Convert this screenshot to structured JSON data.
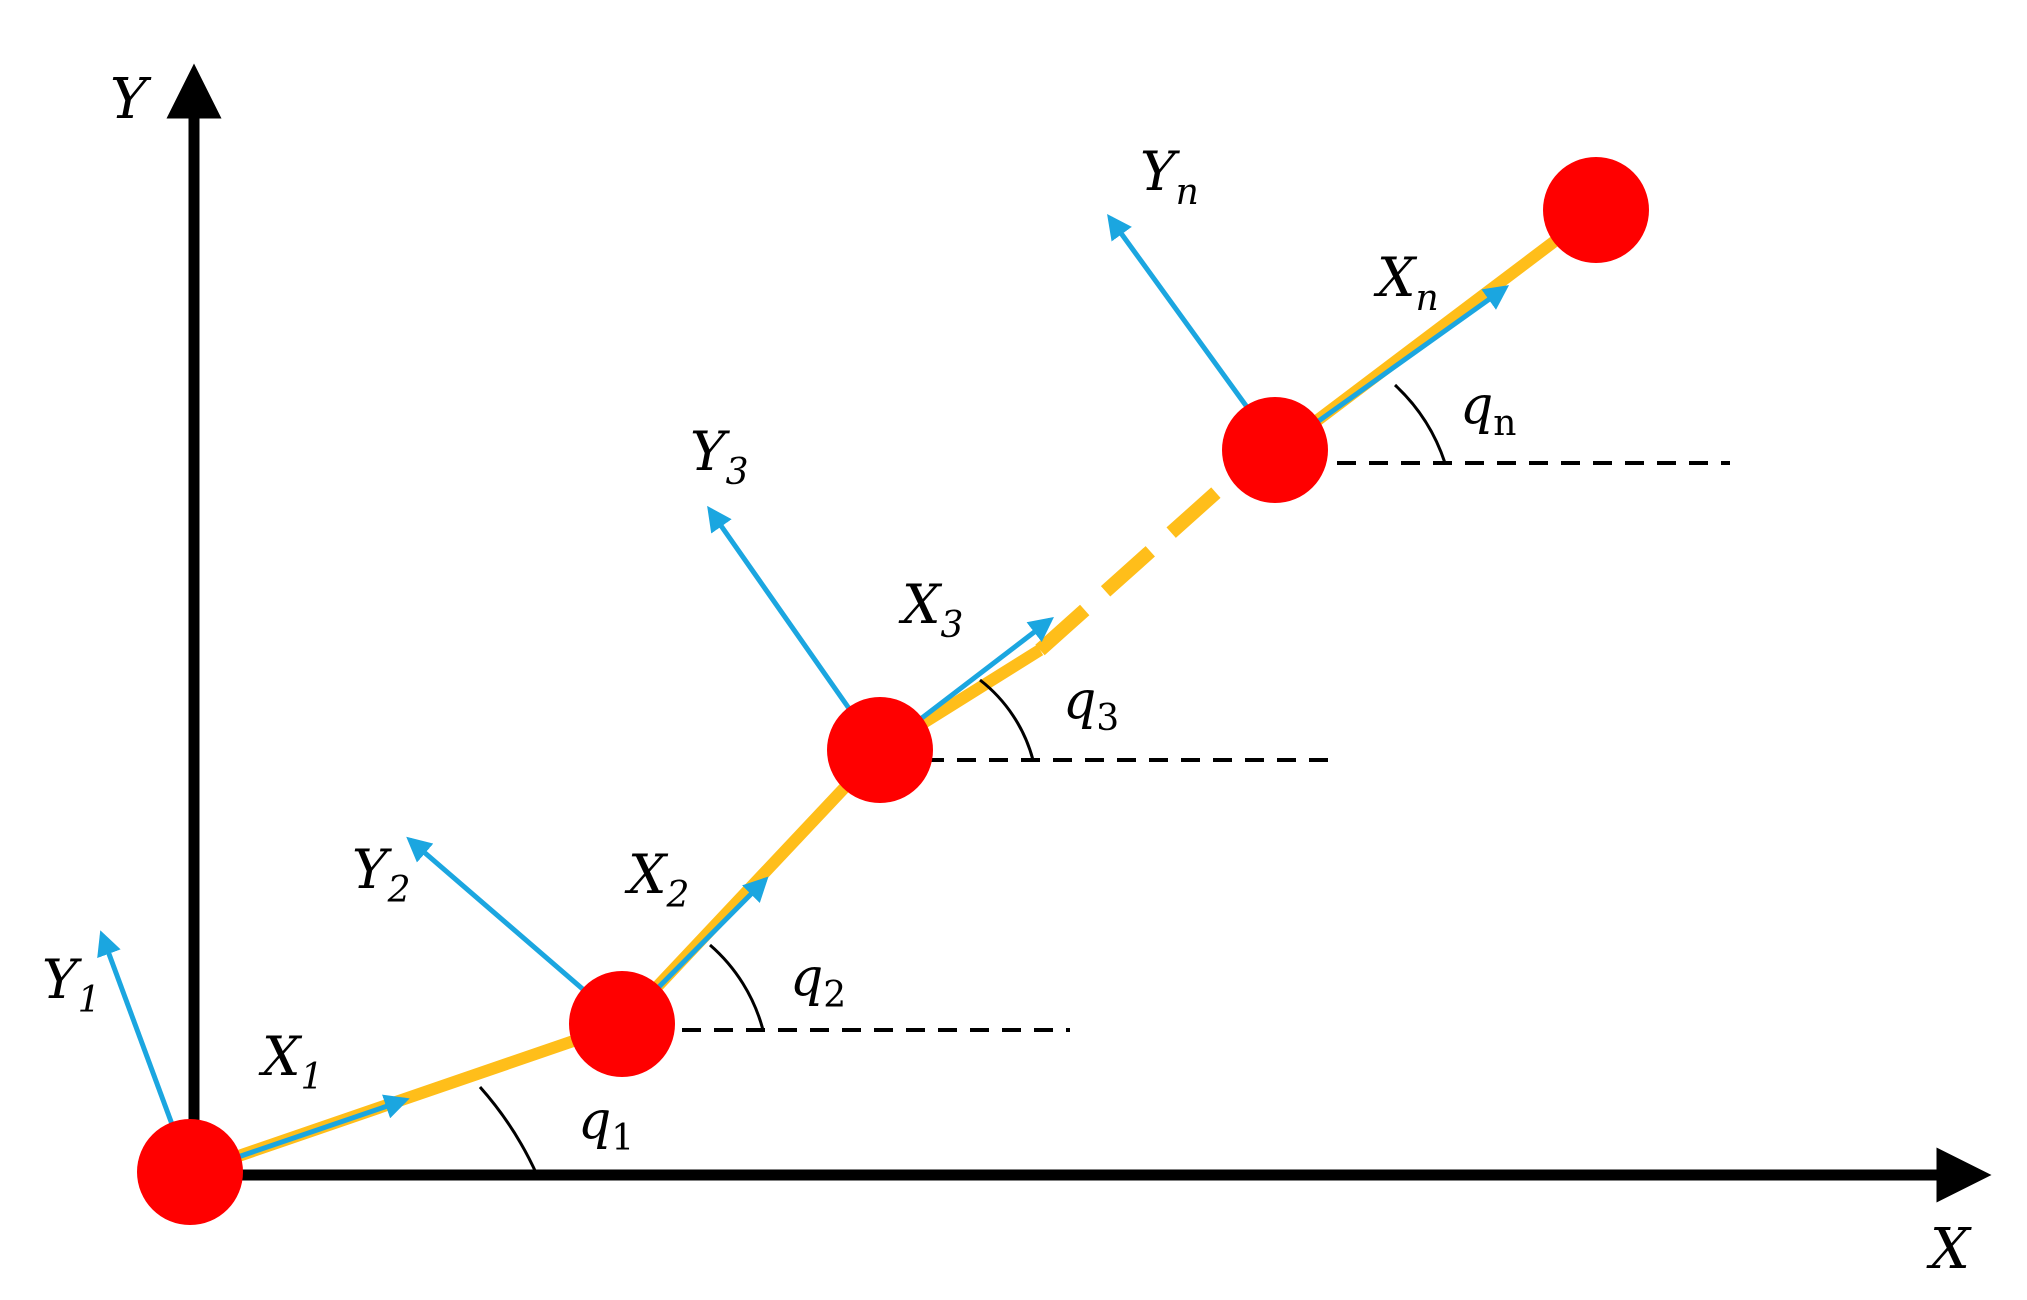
{
  "colors": {
    "link": "#ffbe1a",
    "joint": "#ff0000",
    "frame_axis": "#1ba6e0",
    "axis": "#000000",
    "background": "#ffffff"
  },
  "world_axes": {
    "x_label": "X",
    "y_label": "Y"
  },
  "frames": [
    {
      "x_axis_base": "X",
      "x_axis_sub": "1",
      "y_axis_base": "Y",
      "y_axis_sub": "1"
    },
    {
      "x_axis_base": "X",
      "x_axis_sub": "2",
      "y_axis_base": "Y",
      "y_axis_sub": "2"
    },
    {
      "x_axis_base": "X",
      "x_axis_sub": "3",
      "y_axis_base": "Y",
      "y_axis_sub": "3"
    },
    {
      "x_axis_base": "X",
      "x_axis_sub": "n",
      "y_axis_base": "Y",
      "y_axis_sub": "n"
    }
  ],
  "joint_angles": [
    {
      "symbol": "q",
      "sub": "1"
    },
    {
      "symbol": "q",
      "sub": "2"
    },
    {
      "symbol": "q",
      "sub": "3"
    },
    {
      "symbol": "q",
      "sub": "n"
    }
  ],
  "icons": {
    "joint": "red-circle-joint-icon",
    "frame_arrow": "blue-arrow-icon",
    "axis_arrow": "black-arrow-icon"
  }
}
